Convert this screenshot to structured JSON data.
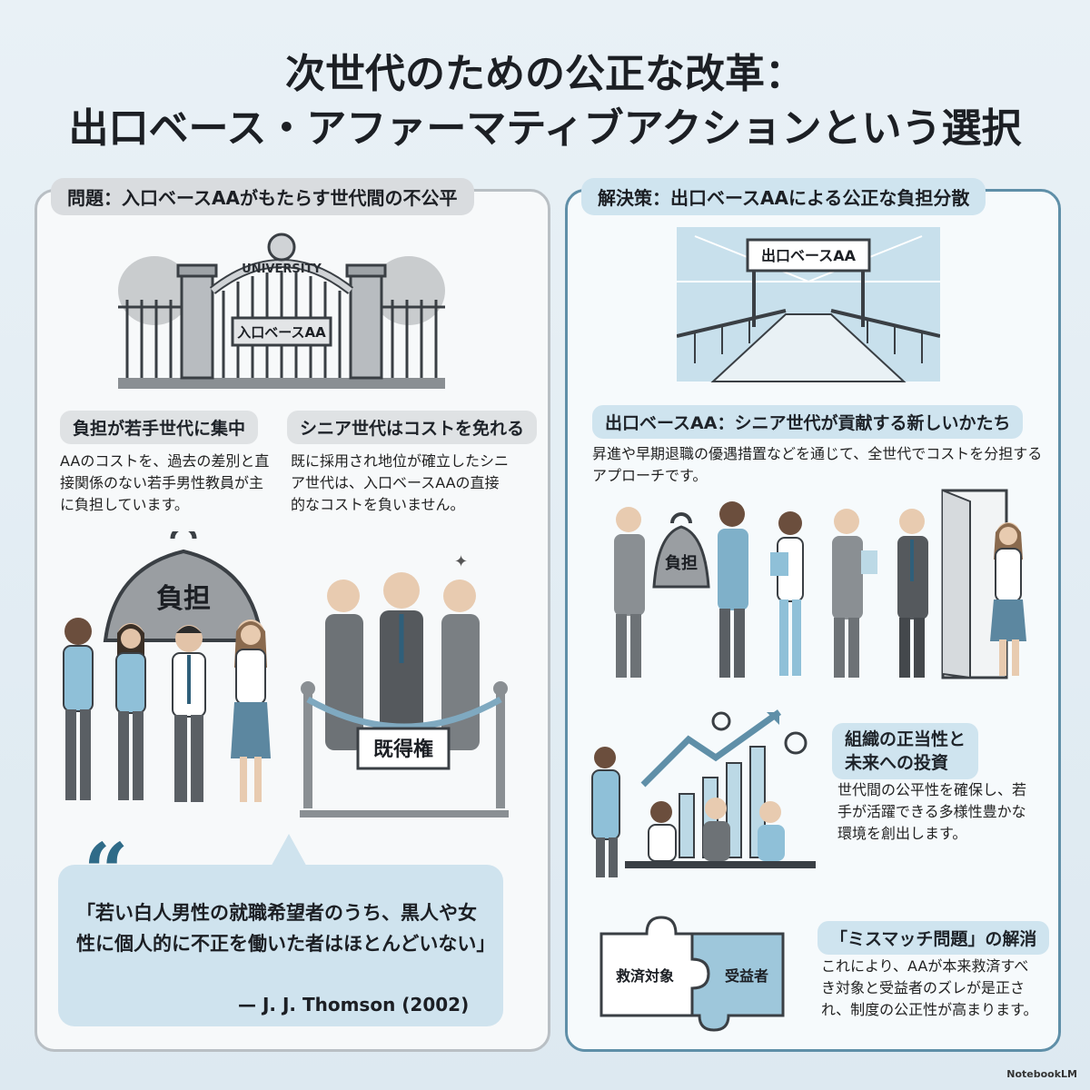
{
  "title": {
    "line1": "次世代のための公正な改革：",
    "line2": "出口ベース・アファーマティブアクションという選択"
  },
  "left": {
    "header": "問題：入口ベースAAがもたらす世代間の不公平",
    "gate_arch_label": "UNIVERSITY",
    "gate_sign": "入口ベースAA",
    "burden_heading": "負担が若手世代に集中",
    "burden_text": "AAのコストを、過去の差別と直接関係のない若手男性教員が主に負担しています。",
    "senior_heading": "シニア世代はコストを免れる",
    "senior_text": "既に採用され地位が確立したシニア世代は、入口ベースAAの直接的なコストを負いません。",
    "weight_label": "負担",
    "vested_sign": "既得権",
    "quote": {
      "mark": "“",
      "text": "「若い白人男性の就職希望者のうち、黒人や女性に個人的に不正を働いた者はほとんどいない」",
      "author": "— J. J. Thomson (2002)"
    }
  },
  "right": {
    "header": "解決策：出口ベースAAによる公正な負担分散",
    "bridge_sign": "出口ベースAA",
    "contribution_heading": "出口ベースAA：シニア世代が貢献する新しいかたち",
    "contribution_text": "昇進や早期退職の優遇措置などを通じて、全世代でコストを分担するアプローチです。",
    "weight_label": "負担",
    "legitimacy_heading_1": "組織の正当性と",
    "legitimacy_heading_2": "未来への投資",
    "legitimacy_text": "世代間の公平性を確保し、若手が活躍できる多様性豊かな環境を創出します。",
    "puzzle_left": "救済対象",
    "puzzle_right": "受益者",
    "mismatch_heading": "「ミスマッチ問題」の解消",
    "mismatch_text": "これにより、AAが本来救済すべき対象と受益者のズレが是正され、制度の公正性が高まります。"
  },
  "brand": "NotebookLM",
  "colors": {
    "accent_blue": "#5f8fa8",
    "light_blue": "#cfe4ef",
    "gray": "#d9dcdf",
    "dark": "#1c1f24"
  }
}
